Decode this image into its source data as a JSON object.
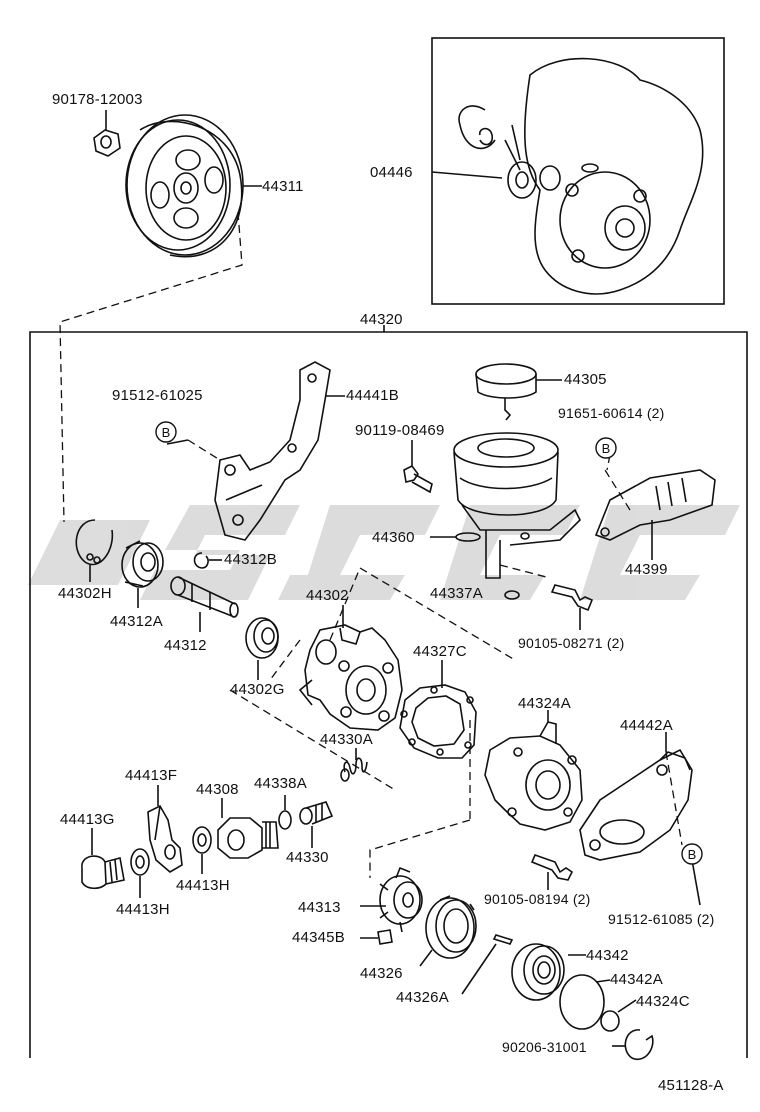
{
  "labels": {
    "p90178_12003": "90178-12003",
    "p44311": "44311",
    "p04446": "04446",
    "p44320": "44320",
    "p91512_61025": "91512-61025",
    "p44441B": "44441B",
    "p44305": "44305",
    "p90119_08469": "90119-08469",
    "p91651_60614": "91651-60614 (2)",
    "p44360": "44360",
    "p44399": "44399",
    "p44302H": "44302H",
    "p44312B": "44312B",
    "p44312A": "44312A",
    "p44312": "44312",
    "p44302": "44302",
    "p44337A": "44337A",
    "p90105_08271": "90105-08271 (2)",
    "p44327C": "44327C",
    "p44302G": "44302G",
    "p44324A": "44324A",
    "p44442A": "44442A",
    "p44413F": "44413F",
    "p44308": "44308",
    "p44338A": "44338A",
    "p44330A": "44330A",
    "p44413G": "44413G",
    "p44330": "44330",
    "p44413H_a": "44413H",
    "p44413H_b": "44413H",
    "p90105_08194": "90105-08194 (2)",
    "p91512_61085": "91512-61085 (2)",
    "p44313": "44313",
    "p44345B": "44345B",
    "p44326": "44326",
    "p44342": "44342",
    "p44342A": "44342A",
    "p44326A": "44326A",
    "p44324C": "44324C",
    "p90206_31001": "90206-31001"
  },
  "reference_marks": [
    "B",
    "B",
    "B"
  ],
  "caption": "451128-A",
  "colors": {
    "line": "#111111",
    "watermark": "#d9d9d9",
    "background": "#ffffff"
  }
}
